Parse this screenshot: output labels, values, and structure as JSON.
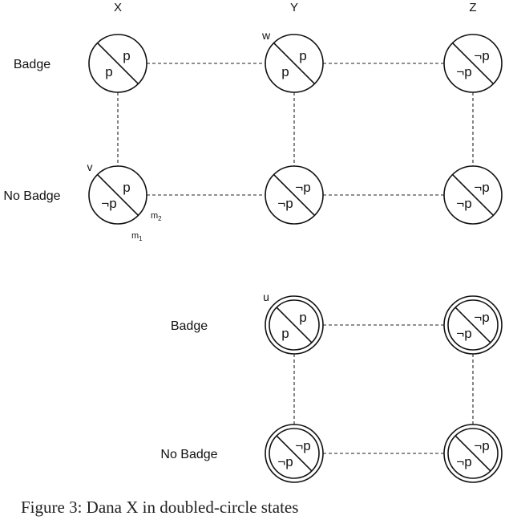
{
  "top": {
    "columns": [
      "X",
      "Y",
      "Z"
    ],
    "rows": [
      "Badge",
      "No Badge"
    ],
    "states": [
      {
        "col": 0,
        "row": 0,
        "upper": "p",
        "lower": "p",
        "name": ""
      },
      {
        "col": 1,
        "row": 0,
        "upper": "p",
        "lower": "p",
        "name": "w"
      },
      {
        "col": 2,
        "row": 0,
        "upper": "¬p",
        "lower": "¬p",
        "name": ""
      },
      {
        "col": 0,
        "row": 1,
        "upper": "p",
        "lower": "¬p",
        "name": "v"
      },
      {
        "col": 1,
        "row": 1,
        "upper": "¬p",
        "lower": "¬p",
        "name": ""
      },
      {
        "col": 2,
        "row": 1,
        "upper": "¬p",
        "lower": "¬p",
        "name": ""
      }
    ],
    "edges": [
      {
        "from": [
          0,
          0
        ],
        "to": [
          1,
          0
        ]
      },
      {
        "from": [
          1,
          0
        ],
        "to": [
          2,
          0
        ]
      },
      {
        "from": [
          0,
          1
        ],
        "to": [
          1,
          1
        ]
      },
      {
        "from": [
          1,
          1
        ],
        "to": [
          2,
          1
        ]
      },
      {
        "from": [
          0,
          0
        ],
        "to": [
          0,
          1
        ]
      },
      {
        "from": [
          1,
          0
        ],
        "to": [
          1,
          1
        ]
      },
      {
        "from": [
          2,
          0
        ],
        "to": [
          2,
          1
        ]
      }
    ],
    "half_labels": {
      "upper": "m2",
      "lower": "m1"
    }
  },
  "bottom": {
    "rows": [
      "Badge",
      "No Badge"
    ],
    "states": [
      {
        "col": 0,
        "row": 0,
        "upper": "p",
        "lower": "p",
        "name": "u"
      },
      {
        "col": 1,
        "row": 0,
        "upper": "¬p",
        "lower": "¬p",
        "name": ""
      },
      {
        "col": 0,
        "row": 1,
        "upper": "¬p",
        "lower": "¬p",
        "name": ""
      },
      {
        "col": 1,
        "row": 1,
        "upper": "¬p",
        "lower": "¬p",
        "name": ""
      }
    ],
    "edges": [
      {
        "from": [
          0,
          0
        ],
        "to": [
          1,
          0
        ]
      },
      {
        "from": [
          0,
          1
        ],
        "to": [
          1,
          1
        ]
      },
      {
        "from": [
          0,
          0
        ],
        "to": [
          0,
          1
        ]
      },
      {
        "from": [
          1,
          0
        ],
        "to": [
          1,
          1
        ]
      }
    ]
  },
  "caption": "Figure 3: Dana X in doubled-circle states"
}
